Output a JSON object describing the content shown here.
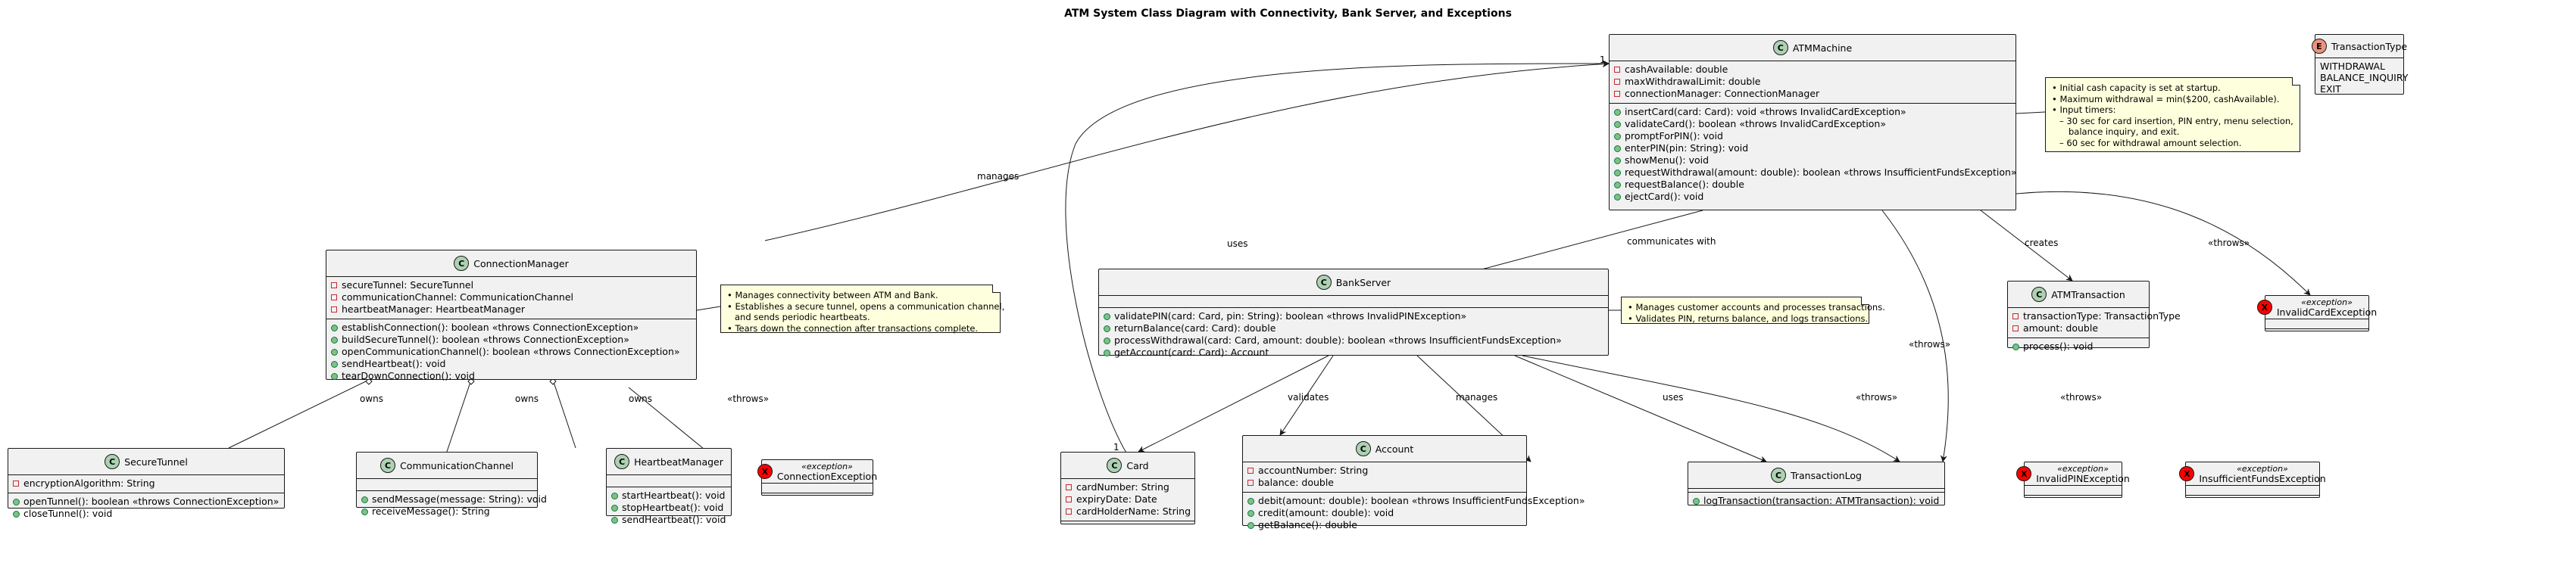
{
  "diagram_title": "ATM System Class Diagram with Connectivity, Bank Server, and Exceptions",
  "classes": {
    "atm_machine": {
      "name": "ATMMachine",
      "attributes": [
        "cashAvailable: double",
        "maxWithdrawalLimit: double",
        "connectionManager: ConnectionManager"
      ],
      "methods": [
        "insertCard(card: Card): void «throws InvalidCardException»",
        "validateCard(): boolean «throws InvalidCardException»",
        "promptForPIN(): void",
        "enterPIN(pin: String): void",
        "showMenu(): void",
        "requestWithdrawal(amount: double): boolean «throws InsufficientFundsException»",
        "requestBalance(): double",
        "ejectCard(): void"
      ]
    },
    "connection_manager": {
      "name": "ConnectionManager",
      "attributes": [
        "secureTunnel: SecureTunnel",
        "communicationChannel: CommunicationChannel",
        "heartbeatManager: HeartbeatManager"
      ],
      "methods": [
        "establishConnection(): boolean «throws ConnectionException»",
        "buildSecureTunnel(): boolean «throws ConnectionException»",
        "openCommunicationChannel(): boolean «throws ConnectionException»",
        "sendHeartbeat(): void",
        "tearDownConnection(): void"
      ]
    },
    "bank_server": {
      "name": "BankServer",
      "attributes": [],
      "methods": [
        "validatePIN(card: Card, pin: String): boolean «throws InvalidPINException»",
        "returnBalance(card: Card): double",
        "processWithdrawal(card: Card, amount: double): boolean «throws InsufficientFundsException»",
        "getAccount(card: Card): Account"
      ]
    },
    "atm_transaction": {
      "name": "ATMTransaction",
      "attributes": [
        "transactionType: TransactionType",
        "amount: double"
      ],
      "methods": [
        "process(): void"
      ]
    },
    "secure_tunnel": {
      "name": "SecureTunnel",
      "attributes": [
        "encryptionAlgorithm: String"
      ],
      "methods": [
        "openTunnel(): boolean «throws ConnectionException»",
        "closeTunnel(): void"
      ]
    },
    "communication_channel": {
      "name": "CommunicationChannel",
      "attributes": [],
      "methods": [
        "sendMessage(message: String): void",
        "receiveMessage(): String"
      ]
    },
    "heartbeat_manager": {
      "name": "HeartbeatManager",
      "attributes": [],
      "methods": [
        "startHeartbeat(): void",
        "stopHeartbeat(): void",
        "sendHeartbeat(): void"
      ]
    },
    "card": {
      "name": "Card",
      "attributes": [
        "cardNumber: String",
        "expiryDate: Date",
        "cardHolderName: String"
      ],
      "methods": []
    },
    "account": {
      "name": "Account",
      "attributes": [
        "accountNumber: String",
        "balance: double"
      ],
      "methods": [
        "debit(amount: double): boolean «throws InsufficientFundsException»",
        "credit(amount: double): void",
        "getBalance(): double"
      ]
    },
    "transaction_log": {
      "name": "TransactionLog",
      "attributes": [],
      "methods": [
        "logTransaction(transaction: ATMTransaction): void"
      ]
    }
  },
  "exceptions": {
    "stereotype": "«exception»",
    "connection_exception": "ConnectionException",
    "invalid_pin_exception": "InvalidPINException",
    "insufficient_funds_exception": "InsufficientFundsException",
    "invalid_card_exception": "InvalidCardException"
  },
  "enum_transaction_type": {
    "name": "TransactionType",
    "values": [
      "WITHDRAWAL",
      "BALANCE_INQUIRY",
      "EXIT"
    ]
  },
  "notes": {
    "atm_note": [
      "• Initial cash capacity is set at startup.",
      "• Maximum withdrawal = min($200, cashAvailable).",
      "• Input timers:",
      "– 30 sec for card insertion, PIN entry, menu selection,",
      "balance inquiry, and exit.",
      "– 60 sec for withdrawal amount selection."
    ],
    "connection_note": [
      "• Manages connectivity between ATM and Bank.",
      "• Establishes a secure tunnel, opens a communication channel,",
      "and sends periodic heartbeats.",
      "• Tears down the connection after transactions complete."
    ],
    "bank_note": [
      "• Manages customer accounts and processes transactions.",
      "• Validates PIN, returns balance, and logs transactions."
    ]
  },
  "edge_labels": {
    "manages_connection": "manages",
    "uses_card": "uses",
    "communicates_with": "communicates with",
    "creates": "creates",
    "throws": "«throws»",
    "owns": "owns",
    "validates": "validates",
    "manages_account": "manages",
    "uses_log": "uses",
    "mult_one_a": "1",
    "mult_one_b": "1"
  },
  "badges": {
    "class": "C",
    "exception": "X",
    "enum": "E"
  }
}
